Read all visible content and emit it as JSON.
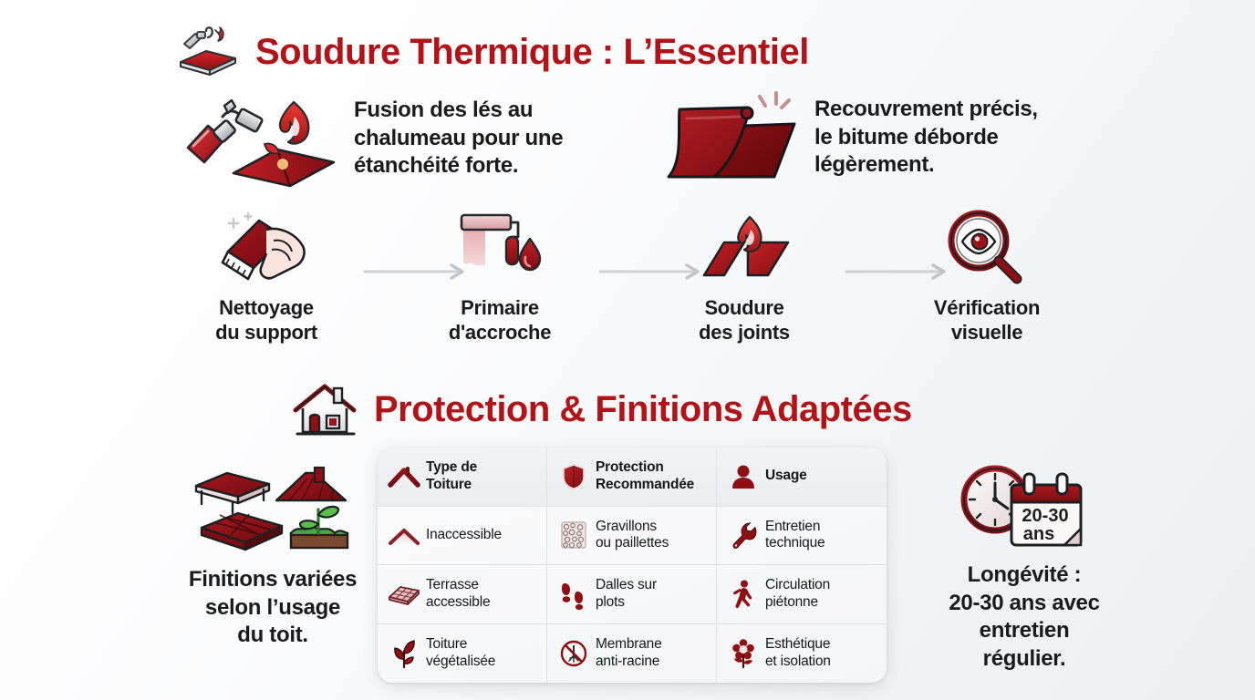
{
  "theme": {
    "accent_red": "#b01419",
    "deep_red": "#8f1013",
    "text_dark": "#1b1b1d",
    "background": "#f4f6f8",
    "arrow_gray": "#c9ccd1"
  },
  "sections": {
    "one": {
      "title": "Soudure Thermique : L’Essentiel",
      "title_icon": "blowtorch-membrane-icon",
      "highlights": [
        {
          "icon": "torch-flame-membrane-icon",
          "text": "Fusion des lés au\nchalumeau pour une\nétanchéité forte."
        },
        {
          "icon": "folded-membrane-roll-icon",
          "text": "Recouvrement précis,\nle bitume déborde\nlégèrement."
        }
      ],
      "steps": [
        {
          "icon": "cleaning-brush-hand-icon",
          "label": "Nettoyage\ndu support"
        },
        {
          "icon": "paint-roller-drop-icon",
          "label": "Primaire\nd'accroche"
        },
        {
          "icon": "flame-seam-weld-icon",
          "label": "Soudure\ndes joints"
        },
        {
          "icon": "magnifier-eye-icon",
          "label": "Vérification\nvisuelle"
        }
      ],
      "arrow_icon": "arrow-right-icon"
    },
    "two": {
      "title": "Protection & Finitions Adaptées",
      "title_icon": "house-roof-icon",
      "left": {
        "icon": "roof-finishes-collage-icon",
        "text": "Finitions variées\nselon l’usage\ndu toit."
      },
      "right": {
        "icon": "clock-calendar-icon",
        "badge_line1": "20-30",
        "badge_line2": "ans",
        "text": "Longévité :\n20-30 ans avec\nentretien\nrégulier."
      },
      "table": {
        "columns": [
          {
            "icon": "roof-peak-icon",
            "label": "Type de\nToiture"
          },
          {
            "icon": "shield-icon",
            "label": "Protection\nRecommandée"
          },
          {
            "icon": "person-icon",
            "label": "Usage"
          }
        ],
        "rows": [
          [
            {
              "icon": "roof-flat-peak-icon",
              "label": "Inaccessible"
            },
            {
              "icon": "gravel-texture-icon",
              "label": "Gravillons\nou paillettes"
            },
            {
              "icon": "wrench-icon",
              "label": "Entretien\ntechnique"
            }
          ],
          [
            {
              "icon": "tiled-terrace-icon",
              "label": "Terrasse\naccessible"
            },
            {
              "icon": "footprints-icon",
              "label": "Dalles sur\nplots"
            },
            {
              "icon": "walking-person-icon",
              "label": "Circulation\npiétonne"
            }
          ],
          [
            {
              "icon": "plant-leaves-icon",
              "label": "Toiture\nvégétalisée"
            },
            {
              "icon": "no-root-icon",
              "label": "Membrane\nanti-racine"
            },
            {
              "icon": "flower-icon",
              "label": "Esthétique\net isolation"
            }
          ]
        ]
      }
    }
  }
}
